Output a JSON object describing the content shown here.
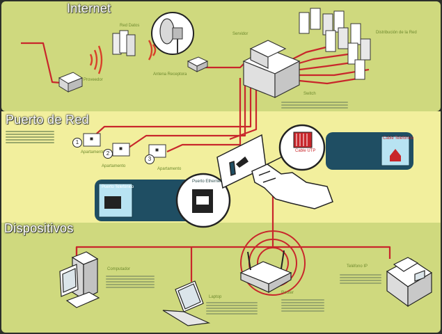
{
  "sections": {
    "internet": "Internet",
    "puerto": "Puerto de Red",
    "dispositivos": "Dispositivos"
  },
  "labels": {
    "red_datos": "Red Datos",
    "proveedor": "Proveedor",
    "antena": "Antena Receptora",
    "servidor": "Servidor",
    "distribucion": "Distribución de la Red",
    "switch": "Switch",
    "apartamento": "Apartamento",
    "puerto_telefonico": "Puerto Telefónico",
    "puerto_ethernet": "Puerto Ethernet",
    "cable_utp": "Cable UTP",
    "cable_telefonico": "Cable Telefónico",
    "computador": "Computador",
    "laptop": "Laptop",
    "router": "Router",
    "telefono": "Teléfono IP"
  },
  "apartments": [
    "1",
    "2",
    "3"
  ],
  "colors": {
    "background_green": "#cfd97e",
    "band_yellow": "#f2ef9d",
    "cable_red": "#c8262b",
    "panel_blue": "#1f4e63"
  },
  "icons": [
    "wifi-signal-icon",
    "satellite-dish-icon",
    "server-icon",
    "switch-icon",
    "wall-socket-icon",
    "hand-icon",
    "computer-icon",
    "laptop-icon",
    "router-icon",
    "phone-icon"
  ]
}
